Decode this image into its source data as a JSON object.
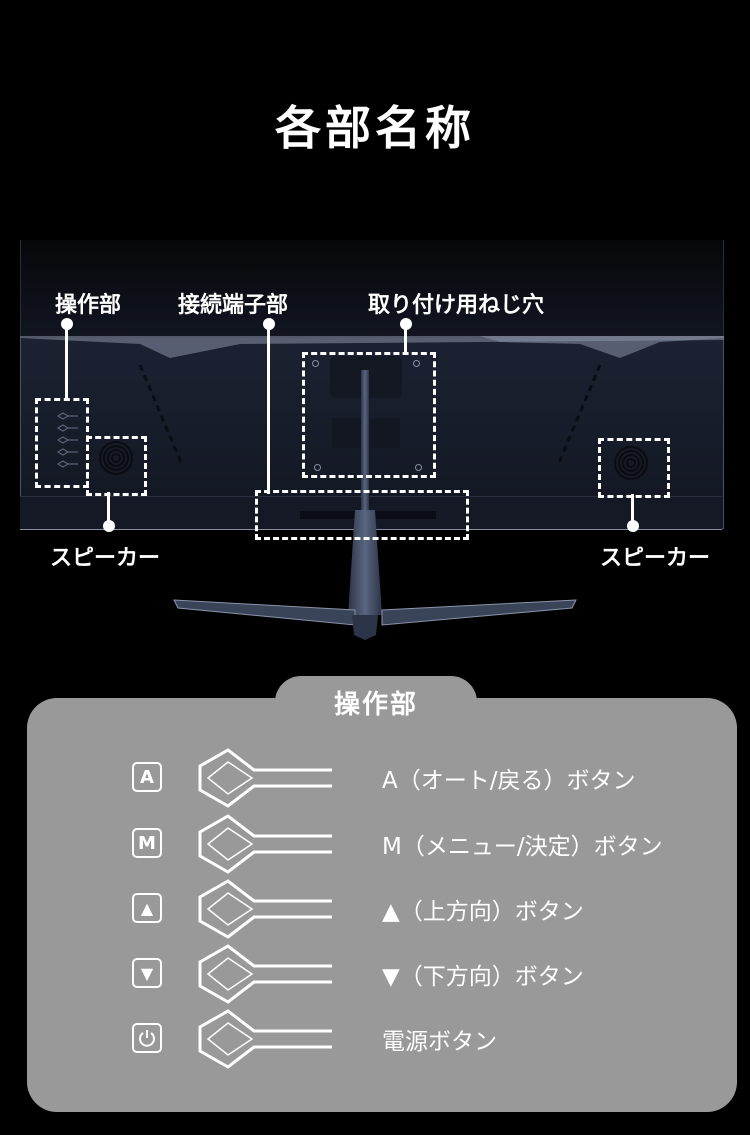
{
  "page": {
    "title": "各部名称"
  },
  "diagram": {
    "callouts": {
      "controls": "操作部",
      "ports": "接続端子部",
      "mount_holes": "取り付け用ねじ穴",
      "speaker_left": "スピーカー",
      "speaker_right": "スピーカー"
    }
  },
  "controls_panel": {
    "title": "操作部",
    "colors": {
      "panel_bg": "#999999",
      "foreground": "#ffffff",
      "page_bg": "#000000"
    },
    "buttons": [
      {
        "key_label": "A",
        "key_icon": "letter-a-icon",
        "label": "A（オート/戻る）ボタン"
      },
      {
        "key_label": "M",
        "key_icon": "letter-m-icon",
        "label": "M（メニュー/決定）ボタン"
      },
      {
        "key_label": "▲",
        "key_icon": "triangle-up-icon",
        "label": "（上方向）ボタン",
        "label_prefix": "▲"
      },
      {
        "key_label": "▼",
        "key_icon": "triangle-down-icon",
        "label": "（下方向）ボタン",
        "label_prefix": "▼"
      },
      {
        "key_label": "",
        "key_icon": "power-icon",
        "label": "電源ボタン"
      }
    ]
  }
}
